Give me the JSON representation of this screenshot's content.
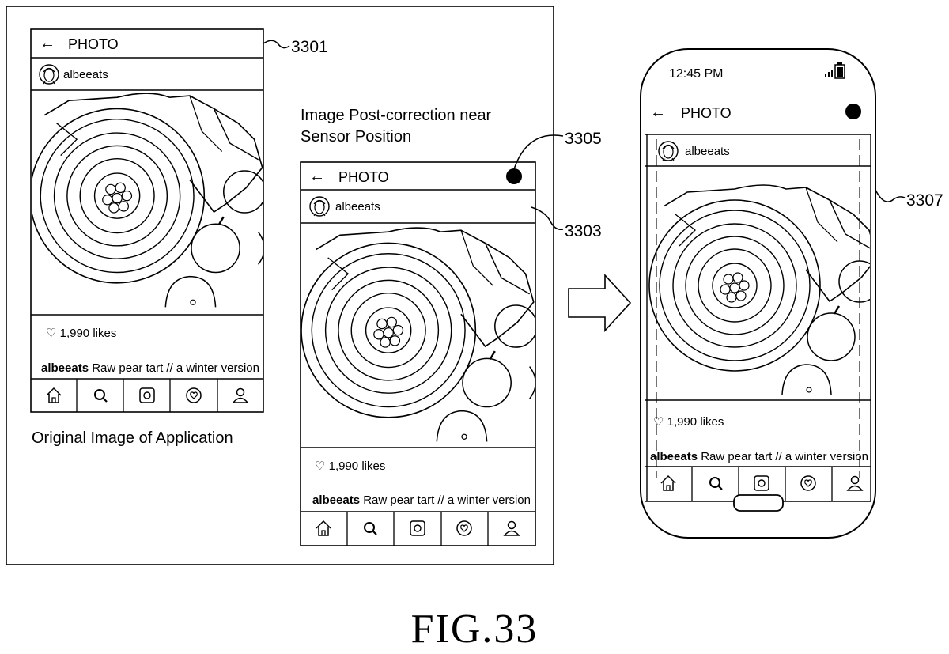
{
  "figure": {
    "title": "FIG.33",
    "caption_original": "Original Image of Application",
    "caption_corrected_line1": "Image Post-correction near",
    "caption_corrected_line2": "Sensor Position",
    "ref_3301": "3301",
    "ref_3303": "3303",
    "ref_3305": "3305",
    "ref_3307": "3307"
  },
  "app": {
    "header_title": "PHOTO",
    "back_glyph": "←",
    "username": "albeeats",
    "likes": "♡ 1,990 likes",
    "caption_user": "albeeats",
    "caption_text": "Raw pear tart // a winter version",
    "nav": [
      "home-icon",
      "search-icon",
      "camera-icon",
      "heart-icon",
      "profile-icon"
    ]
  },
  "phone": {
    "time": "12:45 PM",
    "signal_icon": "signal-icon",
    "battery_icon": "battery-icon"
  }
}
